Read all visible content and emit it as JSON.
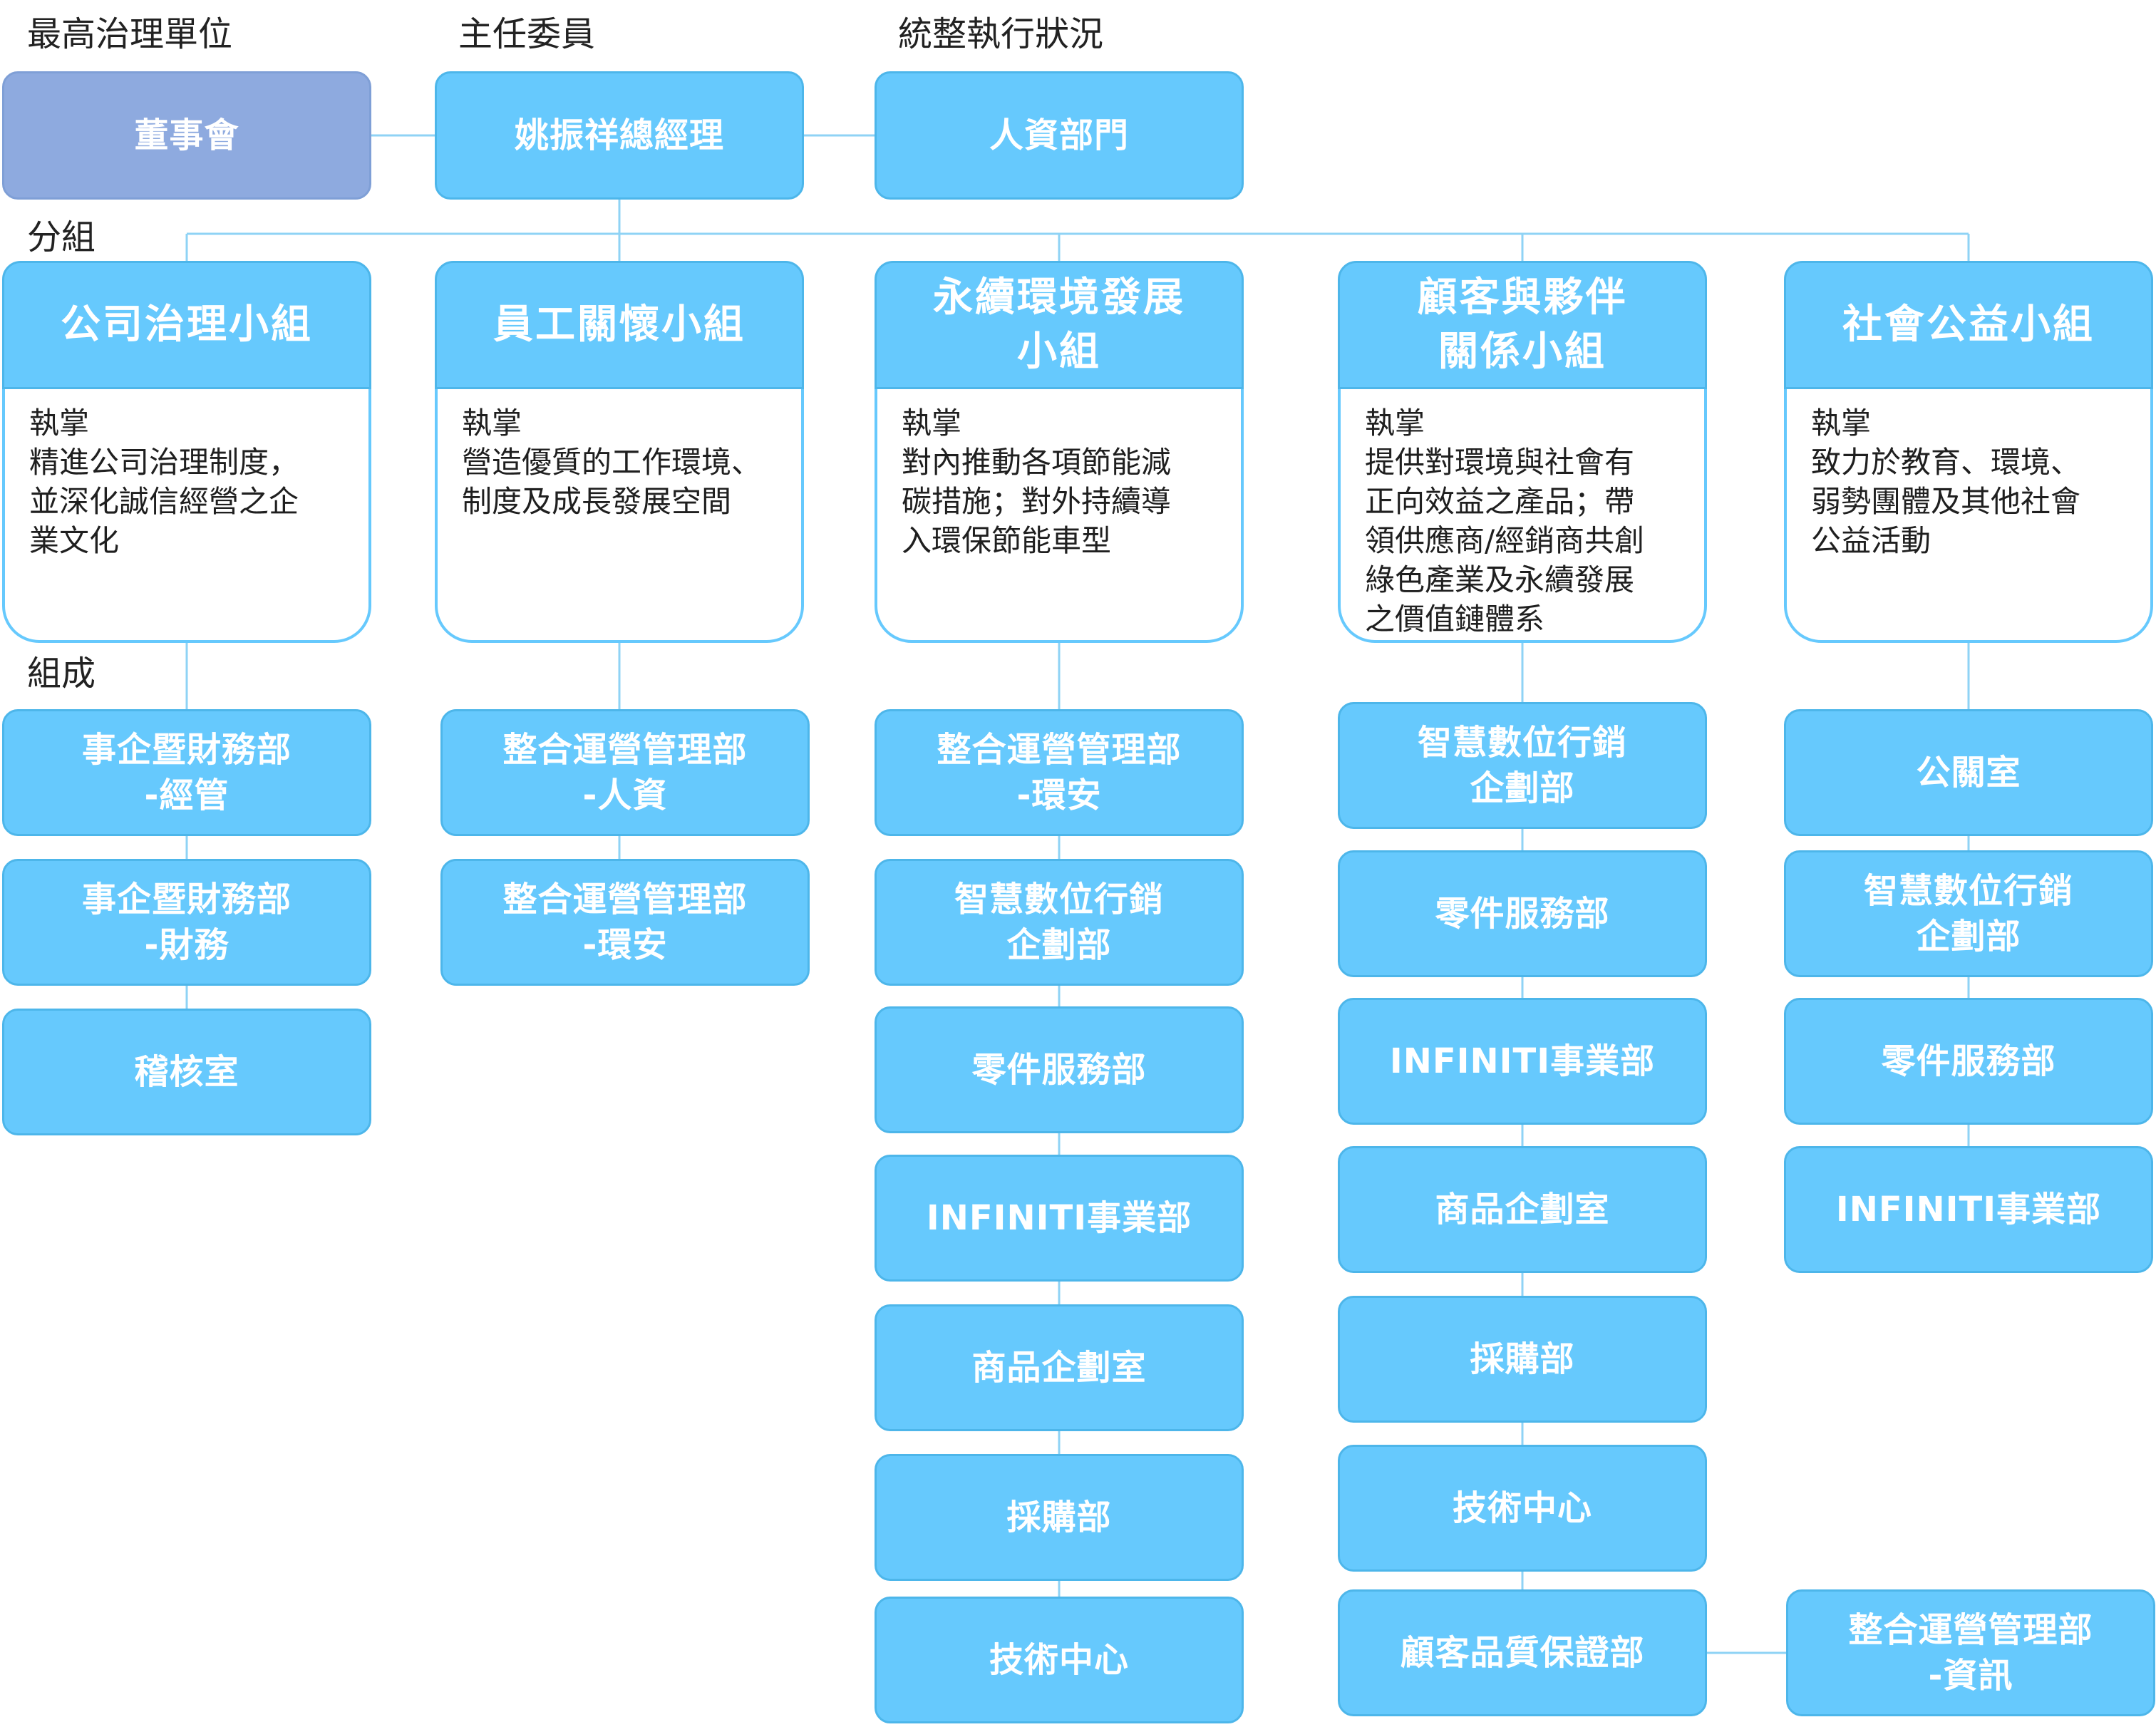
{
  "section_labels": {
    "top_unit": "最高治理單位",
    "chair": "主任委員",
    "overall": "統整執行狀況",
    "groups": "分組",
    "composition": "組成"
  },
  "top": {
    "board": "董事會",
    "gm": "姚振祥總經理",
    "hr": "人資部門"
  },
  "duty_heading": "執掌",
  "groups": [
    {
      "name": "公司治理小組",
      "duty": "精進公司治理制度，\n並深化誠信經營之企\n業文化",
      "members": [
        "事企暨財務部\n-經管",
        "事企暨財務部\n-財務",
        "稽核室"
      ]
    },
    {
      "name": "員工關懷小組",
      "duty": "營造優質的工作環境、\n制度及成長發展空間",
      "members": [
        "整合運營管理部\n-人資",
        "整合運營管理部\n-環安"
      ]
    },
    {
      "name": "永續環境發展\n小組",
      "duty": "對內推動各項節能減\n碳措施；對外持續導\n入環保節能車型",
      "members": [
        "整合運營管理部\n-環安",
        "智慧數位行銷\n企劃部",
        "零件服務部",
        "INFINITI事業部",
        "商品企劃室",
        "採購部",
        "技術中心"
      ]
    },
    {
      "name": "顧客與夥伴\n關係小組",
      "duty": "提供對環境與社會有\n正向效益之產品；帶\n領供應商/經銷商共創\n綠色產業及永續發展\n之價值鏈體系",
      "members": [
        "智慧數位行銷\n企劃部",
        "零件服務部",
        "INFINITI事業部",
        "商品企劃室",
        "採購部",
        "技術中心",
        "顧客品質保證部"
      ]
    },
    {
      "name": "社會公益小組",
      "duty": "致力於教育、環境、\n弱勢團體及其他社會\n公益活動",
      "members": [
        "公關室",
        "智慧數位行銷\n企劃部",
        "零件服務部",
        "INFINITI事業部"
      ]
    }
  ],
  "side_link": "整合運營管理部\n-資訊",
  "colors": {
    "box_fill": "#66c9fd",
    "box_border": "#4db6ea",
    "board_fill": "#8eaadf",
    "connector": "#8fd3f5",
    "label_text": "#222222",
    "duty_text": "#1f1f1f"
  }
}
